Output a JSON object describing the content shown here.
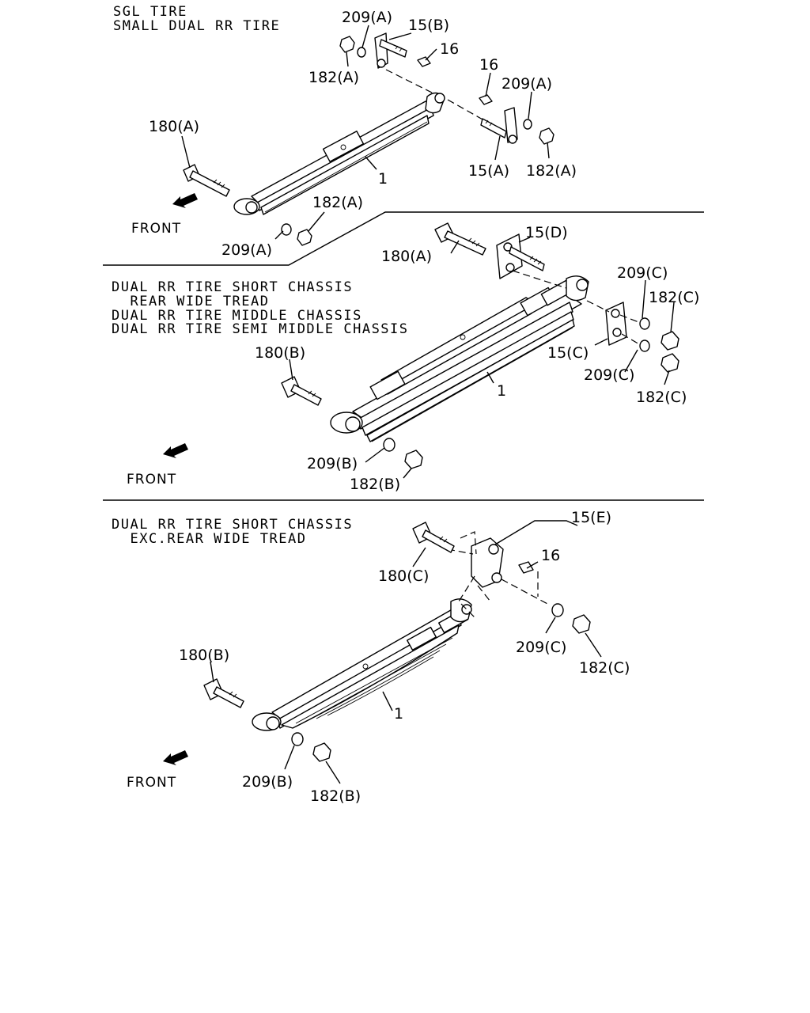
{
  "sections": [
    {
      "conditions": [
        "SGL TIRE",
        "SMALL DUAL RR TIRE"
      ],
      "front_label": "FRONT",
      "callouts": {
        "c1": "209(A)",
        "c2": "15(B)",
        "c3": "16",
        "c4": "182(A)",
        "c5": "16",
        "c6": "209(A)",
        "c7": "182(A)",
        "c8": "15(A)",
        "c9": "180(A)",
        "c10": "1",
        "c11": "182(A)",
        "c12": "209(A)"
      }
    },
    {
      "conditions": [
        "DUAL RR TIRE SHORT CHASSIS",
        "  REAR WIDE TREAD",
        "DUAL RR TIRE MIDDLE CHASSIS",
        "DUAL RR TIRE SEMI MIDDLE CHASSIS"
      ],
      "front_label": "FRONT",
      "callouts": {
        "c1": "15(D)",
        "c2": "180(A)",
        "c3": "209(C)",
        "c4": "182(C)",
        "c5": "15(C)",
        "c6": "209(C)",
        "c7": "182(C)",
        "c8": "180(B)",
        "c9": "1",
        "c10": "209(B)",
        "c11": "182(B)"
      }
    },
    {
      "conditions": [
        "DUAL RR TIRE SHORT CHASSIS",
        "  EXC.REAR WIDE TREAD"
      ],
      "front_label": "FRONT",
      "callouts": {
        "c1": "15(E)",
        "c2": "16",
        "c3": "180(C)",
        "c4": "209(C)",
        "c5": "182(C)",
        "c6": "180(B)",
        "c7": "1",
        "c8": "209(B)",
        "c9": "182(B)"
      }
    }
  ]
}
